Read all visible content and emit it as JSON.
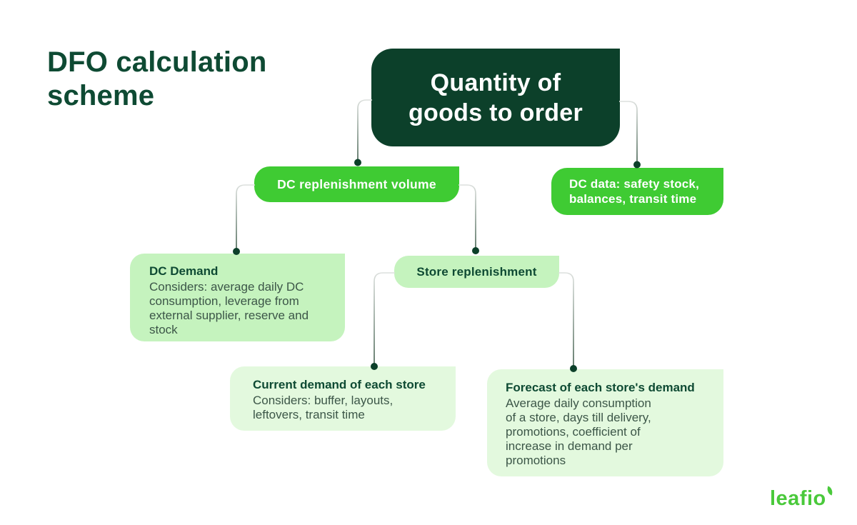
{
  "header": {
    "title": "DFO calculation\nscheme"
  },
  "diagram": {
    "root": {
      "label": "Quantity of\ngoods to order"
    },
    "level1": {
      "dc_replenishment_volume": {
        "label": "DC replenishment volume"
      },
      "dc_data": {
        "label": "DC data: safety stock,\nbalances, transit time"
      }
    },
    "level2": {
      "dc_demand": {
        "title": "DC Demand",
        "body": "Considers: average daily DC\nconsumption, leverage from\nexternal supplier, reserve and\nstock"
      },
      "store_replenishment": {
        "label": "Store replenishment"
      }
    },
    "level3": {
      "current_demand": {
        "title": "Current demand of each store",
        "body": "Considers: buffer, layouts,\nleftovers, transit time"
      },
      "forecast": {
        "title": "Forecast of each store's demand",
        "body": "Average daily consumption\nof a store, days till delivery,\npromotions, coefficient of\nincrease in demand per\npromotions"
      }
    }
  },
  "logo": {
    "text": "leafio"
  },
  "colors": {
    "dark_green_box": "#0C402A",
    "bright_green_box": "#3FCB33",
    "light_green_box": "#C5F3BE",
    "pale_green_box": "#E3F9DE",
    "heading_text": "#0E4A33",
    "body_text": "#3C5648",
    "connector_light": "#DCE0DD",
    "connector_dark": "#3E5C4A",
    "connector_dot": "#0C402A",
    "logo_green": "#4AC93B"
  }
}
